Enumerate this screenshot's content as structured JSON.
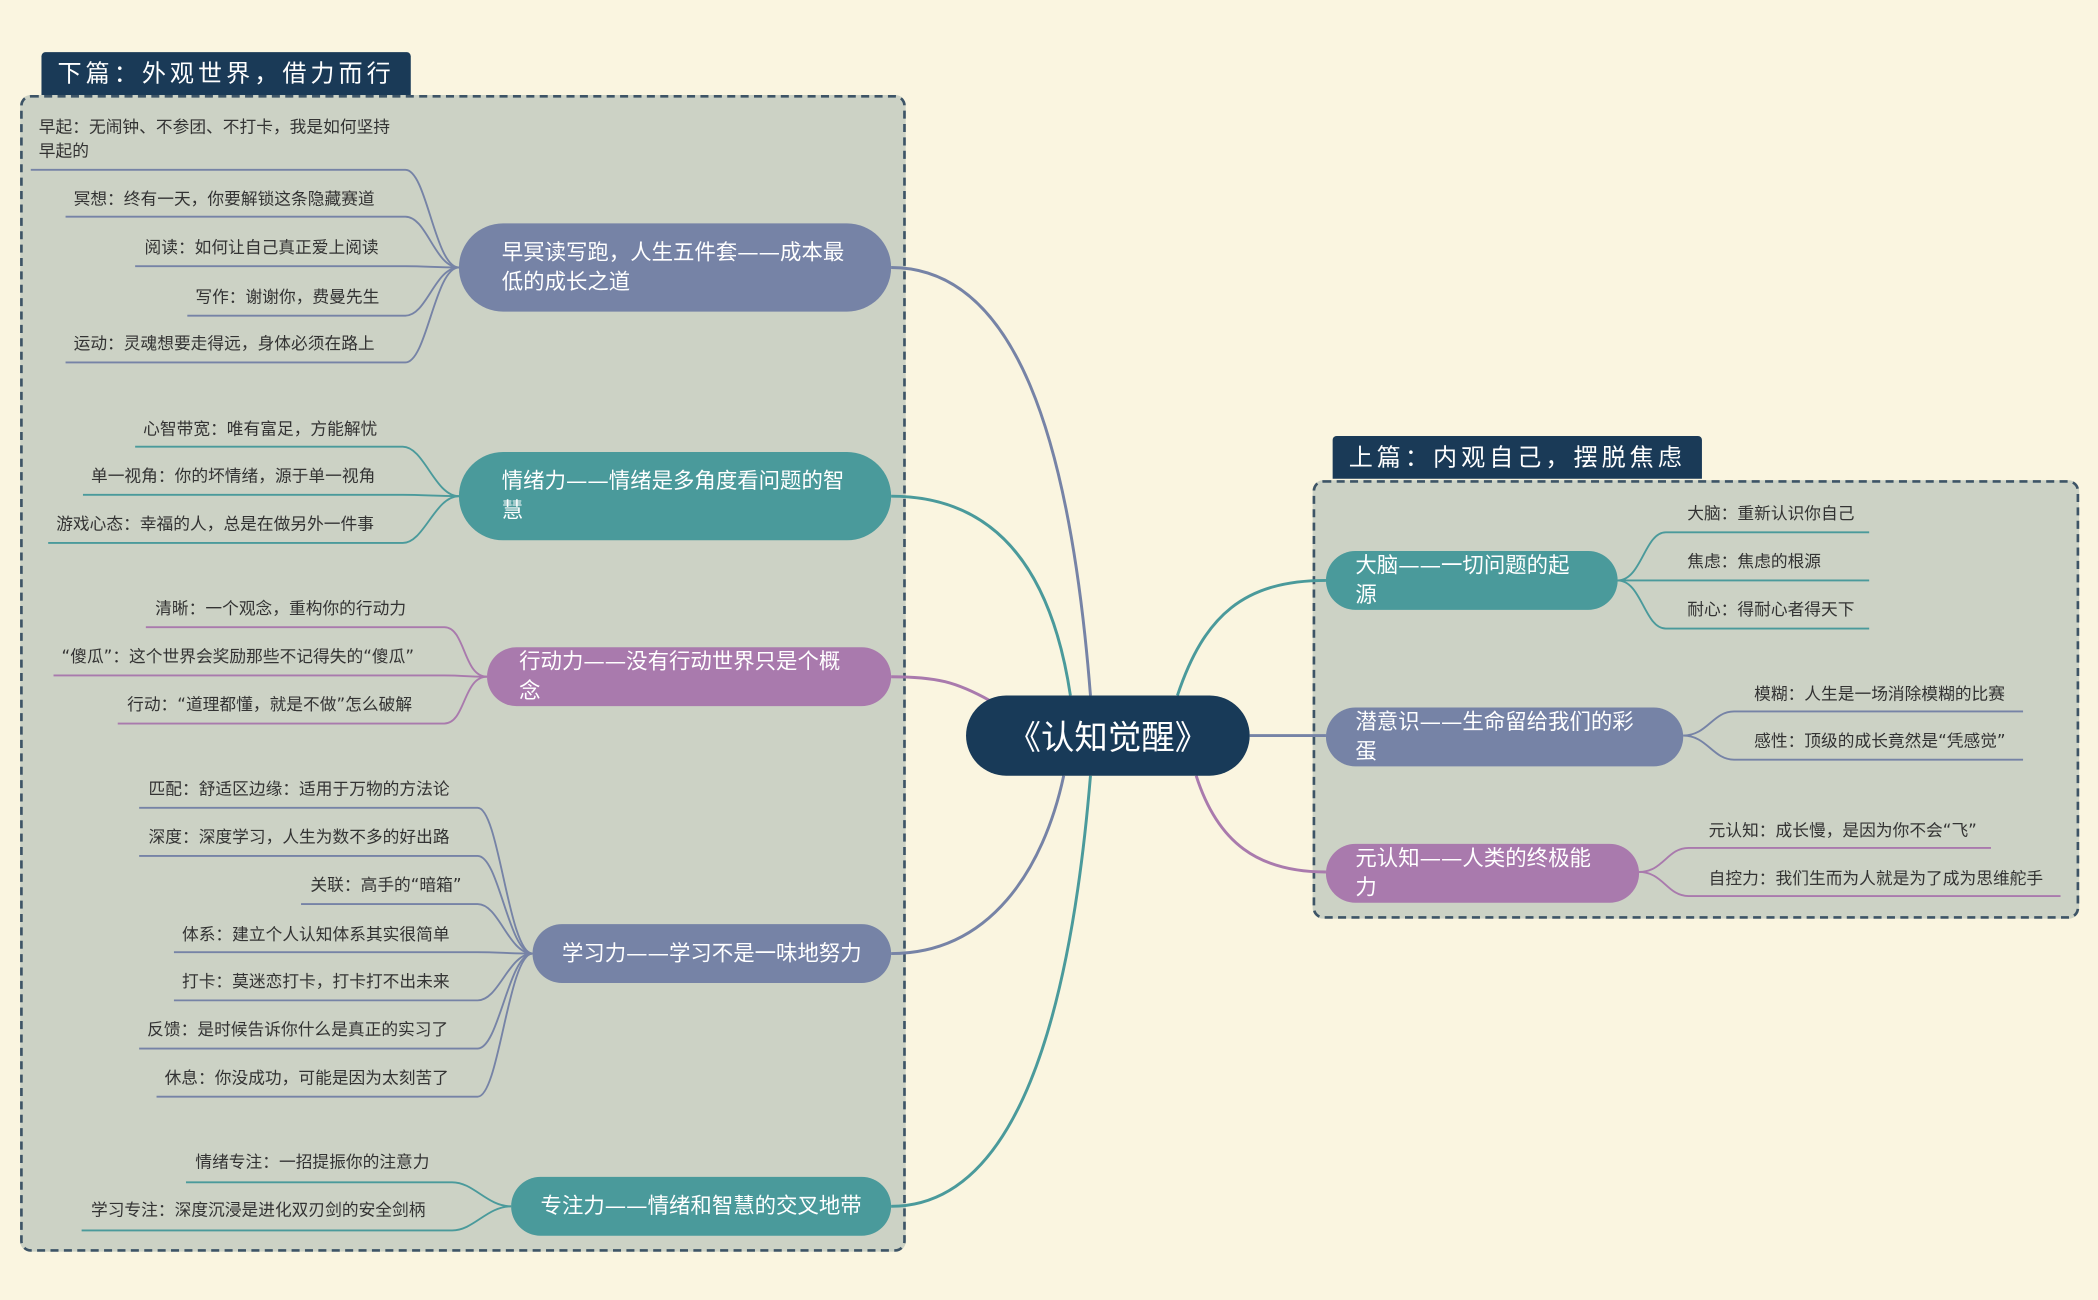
{
  "colors": {
    "background": "#faf5e0",
    "panel": "#ccd2c5",
    "central": "#183a58",
    "slate": "#7683a6",
    "teal": "#4a9a9b",
    "purple": "#a97aad"
  },
  "central": {
    "label": "《认知觉醒》"
  },
  "right_panel": {
    "title": "上篇：内观自己，摆脱焦虑",
    "branches": [
      {
        "label": "大脑——一切问题的起源",
        "color": "teal",
        "leaves": [
          "大脑：重新认识你自己",
          "焦虑：焦虑的根源",
          "耐心：得耐心者得天下"
        ]
      },
      {
        "label": "潜意识——生命留给我们的彩蛋",
        "color": "slate",
        "leaves": [
          "模糊：人生是一场消除模糊的比赛",
          "感性：顶级的成长竟然是“凭感觉”"
        ]
      },
      {
        "label": "元认知——人类的终极能力",
        "color": "purple",
        "leaves": [
          "元认知：成长慢，是因为你不会“飞”",
          "自控力：我们生而为人就是为了成为思维舵手"
        ]
      }
    ]
  },
  "left_panel": {
    "title": "下篇：外观世界，借力而行",
    "branches": [
      {
        "label": "早冥读写跑，人生五件套——成本最低的成长之道",
        "color": "slate",
        "leaves": [
          "早起：无闹钟、不参团、不打卡，我是如何坚持早起的",
          "冥想：终有一天，你要解锁这条隐藏赛道",
          "阅读：如何让自己真正爱上阅读",
          "写作：谢谢你，费曼先生",
          "运动：灵魂想要走得远，身体必须在路上"
        ]
      },
      {
        "label": "情绪力——情绪是多角度看问题的智慧",
        "color": "teal",
        "leaves": [
          "心智带宽：唯有富足，方能解忧",
          "单一视角：你的坏情绪，源于单一视角",
          "游戏心态：幸福的人，总是在做另外一件事"
        ]
      },
      {
        "label": "行动力——没有行动世界只是个概念",
        "color": "purple",
        "leaves": [
          "清晰：一个观念，重构你的行动力",
          "“傻瓜”：这个世界会奖励那些不记得失的“傻瓜”",
          "行动：“道理都懂，就是不做”怎么破解"
        ]
      },
      {
        "label": "学习力——学习不是一味地努力",
        "color": "slate",
        "leaves": [
          "匹配：舒适区边缘：适用于万物的方法论",
          "深度：深度学习，人生为数不多的好出路",
          "关联：高手的“暗箱”",
          "体系：建立个人认知体系其实很简单",
          "打卡：莫迷恋打卡，打卡打不出未来",
          "反馈：是时候告诉你什么是真正的实习了",
          "休息：你没成功，可能是因为太刻苦了"
        ]
      },
      {
        "label": "专注力——情绪和智慧的交叉地带",
        "color": "teal",
        "leaves": [
          "情绪专注：一招提振你的注意力",
          "学习专注：深度沉浸是进化双刃剑的安全剑柄"
        ]
      }
    ]
  }
}
